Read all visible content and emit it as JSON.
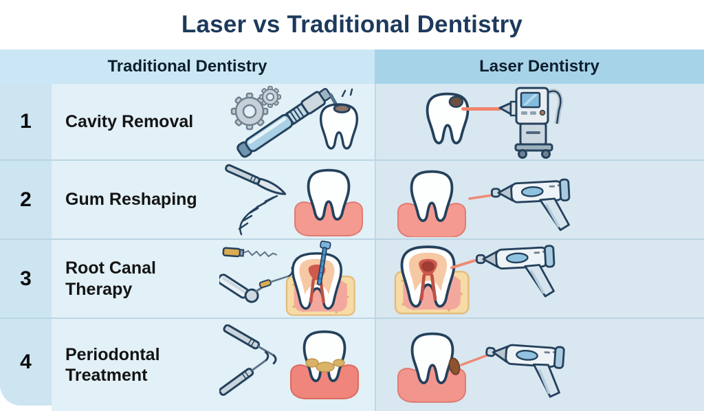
{
  "title": "Laser vs Traditional Dentistry",
  "header": {
    "traditional": "Traditional Dentistry",
    "laser": "Laser Dentistry"
  },
  "rows": [
    {
      "number": "1",
      "label": "Cavity Removal",
      "traditional_icons": [
        "gears-icon",
        "dental-drill-icon",
        "tooth-cavity-icon"
      ],
      "laser_icons": [
        "tooth-cavity-icon",
        "laser-beam-icon",
        "laser-machine-icon"
      ]
    },
    {
      "number": "2",
      "label": "Gum Reshaping",
      "traditional_icons": [
        "scalpel-icon",
        "suture-icon",
        "tooth-in-gum-icon"
      ],
      "laser_icons": [
        "tooth-in-gum-icon",
        "laser-beam-icon",
        "laser-handpiece-icon"
      ]
    },
    {
      "number": "3",
      "label": "Root Canal Therapy",
      "traditional_icons": [
        "endo-file-icon",
        "dental-handpiece-icon",
        "explorer-probe-icon",
        "tooth-cross-section-icon",
        "root-canal-file-icon"
      ],
      "laser_icons": [
        "tooth-cross-section-icon",
        "laser-beam-icon",
        "laser-handpiece-icon"
      ]
    },
    {
      "number": "4",
      "label": "Periodontal Treatment",
      "traditional_icons": [
        "scaler-icon",
        "scaler-icon",
        "tooth-tartar-icon"
      ],
      "laser_icons": [
        "tooth-gum-lesion-icon",
        "laser-beam-icon",
        "laser-handpiece-icon"
      ]
    }
  ],
  "colors": {
    "title_text": "#1d3a5c",
    "header_traditional_bg": "#cbe7f5",
    "header_laser_bg": "#a7d3e9",
    "number_column_bg": "#cde4f1",
    "traditional_cell_bg": "#e2f0f7",
    "laser_cell_bg": "#d8e7f0",
    "row_divider": "#bcd5e3",
    "illustration_outline": "#24415c",
    "gum_pink": "#f49a91",
    "inflamed_gum_red": "#f0867b",
    "laser_beam": "#ef8a74",
    "tartar_yellow": "#d9b368"
  }
}
